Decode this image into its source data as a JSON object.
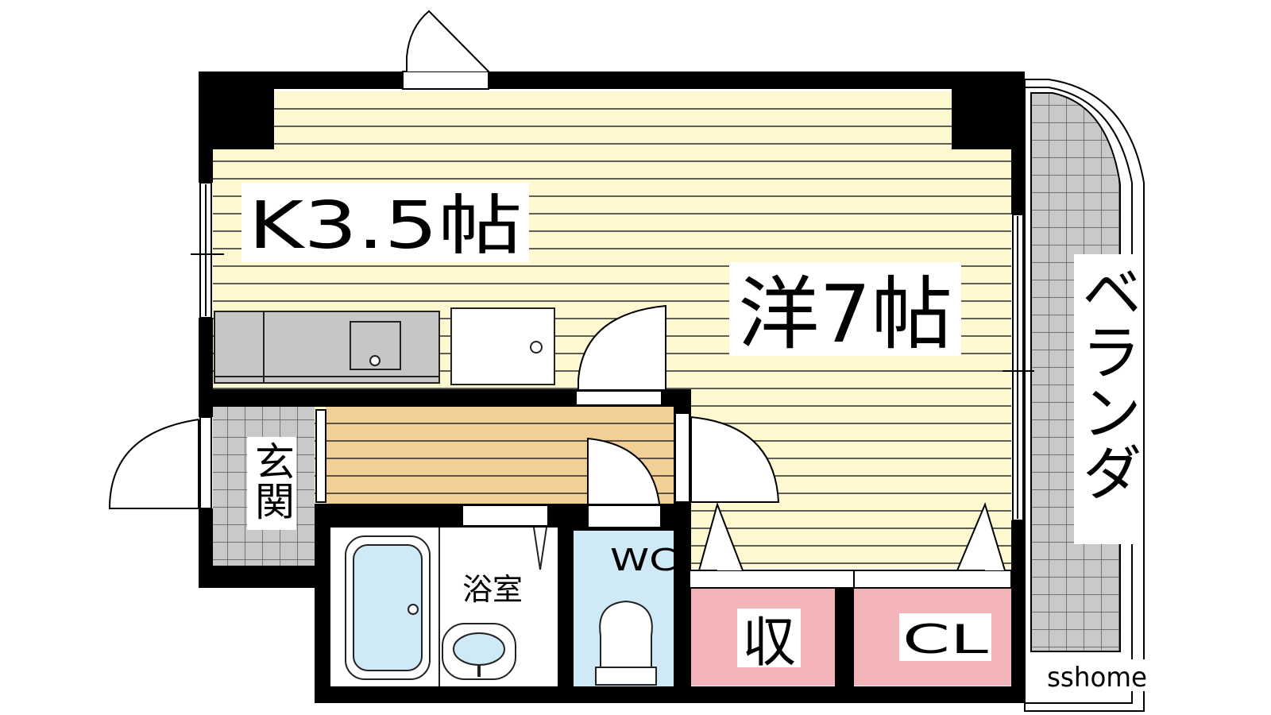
{
  "rooms": {
    "kitchen": "K3.5帖",
    "western": "洋7帖",
    "entrance": "玄関",
    "bath": "浴室",
    "wc": "WC",
    "storage": "収",
    "closet": "CL",
    "veranda": "ベランダ"
  },
  "watermark": "sshome",
  "colors": {
    "floor_main": "#fdf8cf",
    "floor_corridor": "#f3cf98",
    "stripe": "#2b2b2b",
    "wall": "#000000",
    "tile": "#c9c9c9",
    "kitchen_counter": "#c6c6c6",
    "bath_blue": "#cfe9f7",
    "wc_blue": "#cfe9f7",
    "storage_pink": "#f2b3b9"
  }
}
